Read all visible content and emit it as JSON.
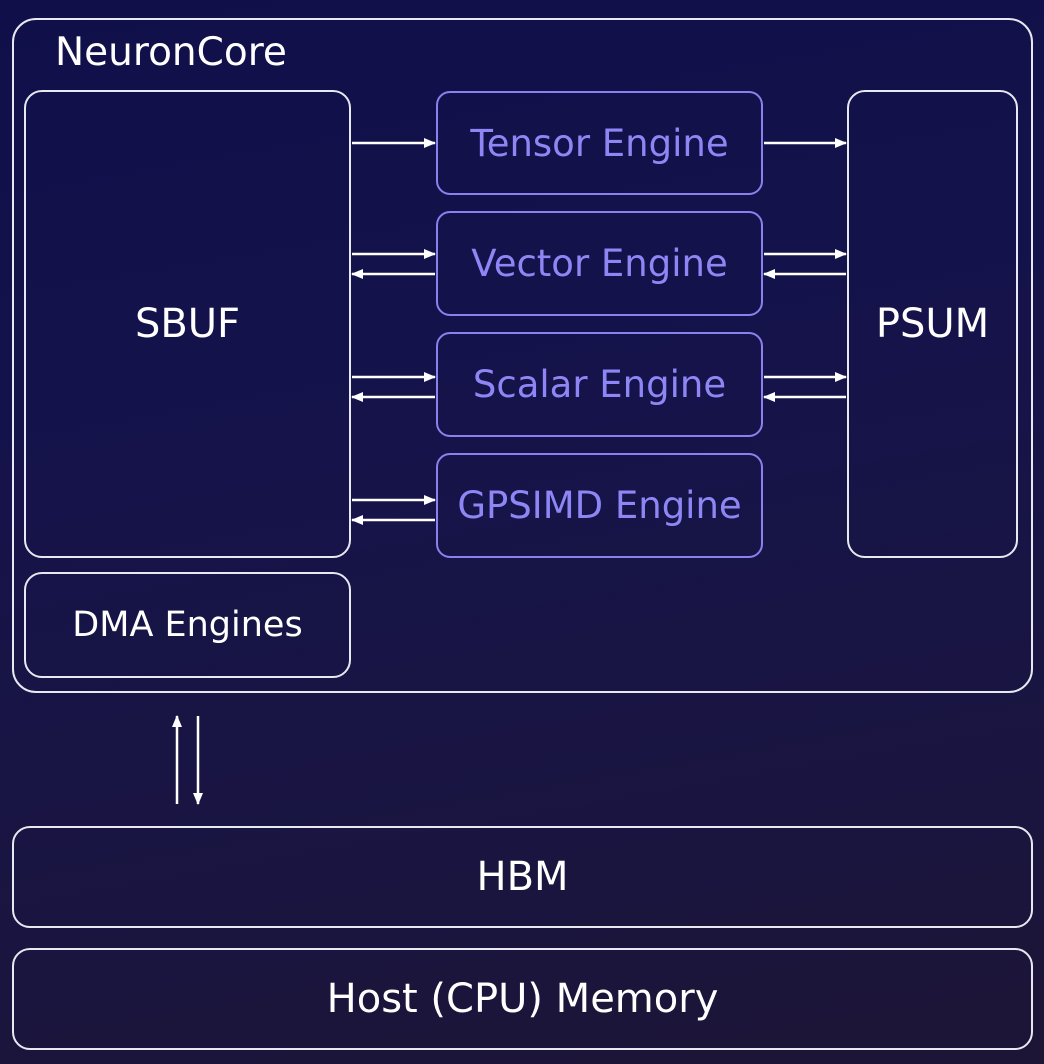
{
  "neuroncore": {
    "title": "NeuronCore"
  },
  "sbuf": {
    "label": "SBUF"
  },
  "psum": {
    "label": "PSUM"
  },
  "dma": {
    "label": "DMA Engines"
  },
  "engines": [
    {
      "label": "Tensor Engine",
      "flow": "one-way"
    },
    {
      "label": "Vector Engine",
      "flow": "two-way"
    },
    {
      "label": "Scalar Engine",
      "flow": "two-way"
    },
    {
      "label": "GPSIMD Engine",
      "flow": "two-way-sbuf-only"
    }
  ],
  "hbm": {
    "label": "HBM"
  },
  "host_memory": {
    "label": "Host (CPU) Memory"
  },
  "colors": {
    "background": "#131148",
    "outline": "#e8e8f0",
    "engine_outline": "#8a80ee",
    "engine_text": "#8f86f5",
    "text": "#ffffff"
  }
}
